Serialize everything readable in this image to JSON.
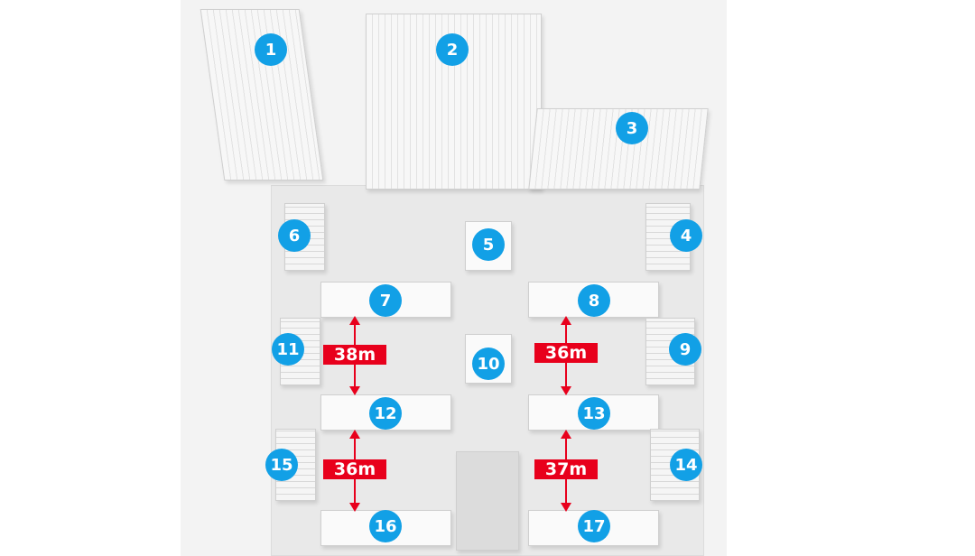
{
  "markers": [
    "1",
    "2",
    "3",
    "4",
    "5",
    "6",
    "7",
    "8",
    "9",
    "10",
    "11",
    "12",
    "13",
    "14",
    "15",
    "16",
    "17"
  ],
  "distances": [
    "38m",
    "36m",
    "36m",
    "37m"
  ],
  "colors": {
    "marker": "#12a0e6",
    "distance": "#e8001c"
  }
}
